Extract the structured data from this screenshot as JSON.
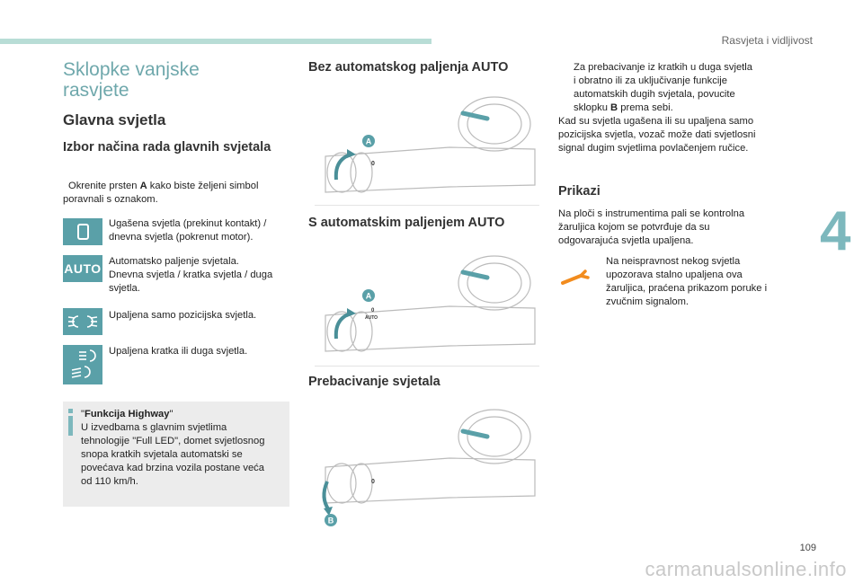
{
  "header": {
    "section": "Rasvjeta i vidljivost",
    "chapter_number": "4",
    "page_number": "109"
  },
  "watermark": "carmanualsonline.info",
  "left": {
    "title_line1": "Sklopke vanjske",
    "title_line2": "rasvjete",
    "subtitle": "Glavna svjetla",
    "section_heading": "Izbor načina rada glavnih svjetala",
    "bullet_symbol": "",
    "instruction_pre": "Okrenite prsten ",
    "instruction_bold": "A",
    "instruction_post": " kako biste željeni simbol poravnali s oznakom.",
    "modes": [
      {
        "icon": "off-0",
        "icon_text": "0",
        "line1": "Ugašena svjetla (prekinut kontakt) /",
        "line2": "dnevna svjetla (pokrenut motor).",
        "line3": ""
      },
      {
        "icon": "auto",
        "icon_text": "AUTO",
        "line1": "Automatsko paljenje svjetala.",
        "line2": "Dnevna svjetla / kratka svjetla / duga",
        "line3": "svjetla."
      },
      {
        "icon": "position-lights-icon",
        "icon_text": "",
        "line1": "Upaljena samo pozicijska svjetla.",
        "line2": "",
        "line3": ""
      },
      {
        "icon": "low-high-beam-icon",
        "icon_text": "",
        "line1": "Upaljena kratka ili duga svjetla.",
        "line2": "",
        "line3": ""
      }
    ],
    "info": {
      "title_open": "\"",
      "title": "Funkcija Highway",
      "title_close": "\"",
      "lines": [
        "U izvedbama s glavnim svjetlima",
        "tehnologije \"Full LED\", domet svjetlosnog",
        "snopa kratkih svjetala automatski se",
        "povećava kad brzina vozila postane veća",
        "od 110 km/h."
      ]
    }
  },
  "middle": {
    "heading1": "Bez automatskog paljenja AUTO",
    "heading2": "S automatskim paljenjem AUTO",
    "heading3": "Prebacivanje svjetala",
    "label_a": "A",
    "label_b": "B",
    "lever_zero": "0",
    "lever_auto": "AUTO"
  },
  "right": {
    "bullet_lines": [
      "Za prebacivanje iz kratkih u duga svjetla",
      "i obratno ili za uključivanje funkcije",
      "automatskih dugih svjetala, povucite"
    ],
    "bullet_last_pre": "sklopku ",
    "bullet_last_bold": "B",
    "bullet_last_post": " prema sebi.",
    "para_lines": [
      "Kad su svjetla ugašena ili su upaljena samo",
      "pozicijska svjetla, vozač može dati svjetlosni",
      "signal dugim svjetlima povlačenjem ručice."
    ],
    "heading": "Prikazi",
    "display_lines": [
      "Na ploči s instrumentima pali se kontrolna",
      "žaruljica kojom se potvrđuje da su",
      "odgovarajuća svjetla upaljena."
    ],
    "warning_lines": [
      "Na neispravnost nekog svjetla",
      "upozorava stalno upaljena ova",
      "žaruljica, praćena prikazom poruke i",
      "zvučnim signalom."
    ],
    "accent_orange": "#f28c1e"
  },
  "colors": {
    "teal": "#5aa0a8",
    "title_teal": "#6fa8ac",
    "chapter": "#7db8bd",
    "top_bar": "#b8ddd6",
    "info_bg": "#ececec"
  }
}
